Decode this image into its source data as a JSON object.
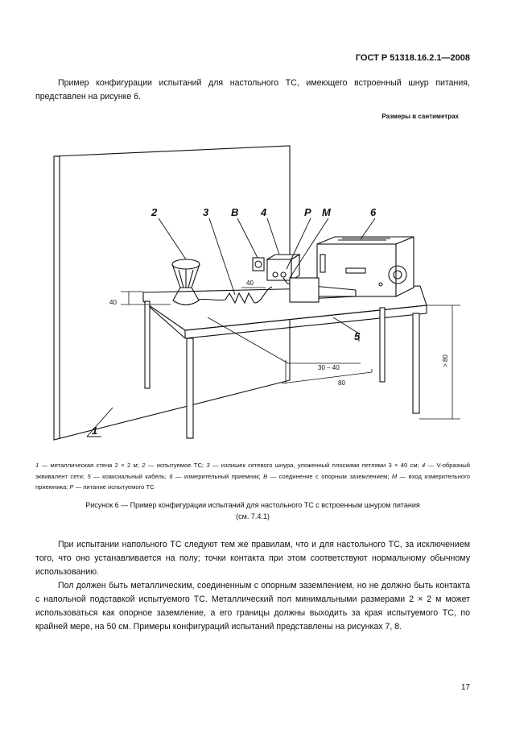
{
  "header": {
    "standard": "ГОСТ Р 51318.16.2.1—2008"
  },
  "intro": "Пример конфигурации испытаний для настольного ТС, имеющего встроенный шнур питания, представлен на рисунке 6.",
  "dimensions_note": "Размеры в сантиметрах",
  "figure": {
    "callouts": {
      "n1": "1",
      "n2": "2",
      "n3": "3",
      "b": "В",
      "n4": "4",
      "p": "Р",
      "m": "М",
      "n6": "6",
      "n5": "5"
    },
    "dims": {
      "d40_left": "40",
      "d40_top": "40",
      "d30_40": "30 – 40",
      "d80_front": "80",
      "d80_height": "> 80"
    }
  },
  "legend": {
    "l1n": "1",
    "l1": " — металлическая стена 2 × 2 м; ",
    "l2n": "2",
    "l2": " — испытуемое ТС; ",
    "l3n": "3",
    "l3": " — излишек сетевого шнура, уложенный плоскими петлями 3 × 40 см; ",
    "l4n": "4",
    "l4": " — V-образный эквивалент сети; ",
    "l5n": "5",
    "l5": " — коаксиальный кабель; ",
    "l6n": "6",
    "l6": " — измерительный приемник; ",
    "lbn": "В",
    "lb": " — соединение с опорным заземлением; ",
    "lmn": "М",
    "lm": " — вход измерительного приемника; ",
    "lpn": "Р",
    "lp": " — питание испытуемого ТС"
  },
  "caption": {
    "line1": "Рисунок 6 — Пример конфигурации испытаний для настольного ТС с встроенным шнуром питания",
    "line2": "(см. 7.4.1)"
  },
  "paragraphs": {
    "p2": "При испытании напольного ТС следуют тем же правилам, что и для настольного ТС, за исключением того, что оно устанавливается на полу; точки контакта при этом соответствуют нормальному обычному использованию.",
    "p3": "Пол должен быть металлическим, соединенным с опорным заземлением, но не должно быть контакта с напольной подставкой испытуемого ТС. Металлический пол минимальными размерами 2 × 2 м может использоваться как опорное заземление, а его границы должны выходить за края испытуемого ТС, по крайней мере, на 50 см. Примеры конфигураций испытаний представлены на рисунках 7, 8."
  },
  "page_number": "17"
}
